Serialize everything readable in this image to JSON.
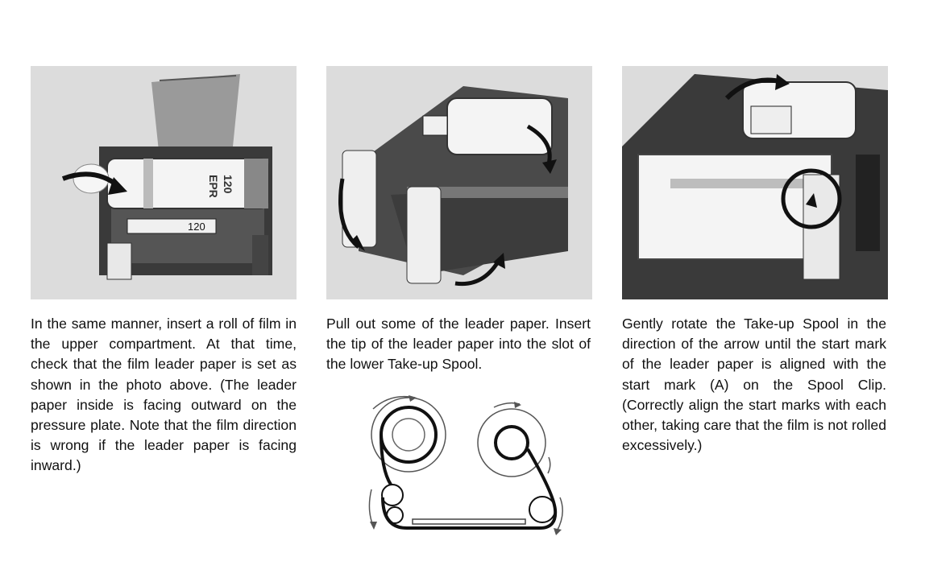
{
  "captions": {
    "step1": "In the same manner, insert a roll of film in the upper compartment. At that time, check that the film leader paper is set as shown in the photo above. (The leader paper inside is facing outward on the pressure plate. Note that the film direction is wrong if the leader paper is facing inward.)",
    "step2": "Pull out some of the leader paper. Insert the tip of the leader paper into the slot of the lower Take-up Spool.",
    "step3": "Gently rotate the Take-up Spool in the direction of the arrow until the start mark of the leader paper is aligned with the start mark (A) on the Spool Clip. (Correctly align the start marks with each other, taking care that the film is not rolled excessively.)"
  },
  "photo_labels": {
    "film_size": "120",
    "film_type": "EPR",
    "insert_label": "120"
  },
  "colors": {
    "text": "#111111",
    "photo_background": "#dcdcdc",
    "metal_dark": "#2a2a2a",
    "paper_white": "#f4f4f4"
  }
}
